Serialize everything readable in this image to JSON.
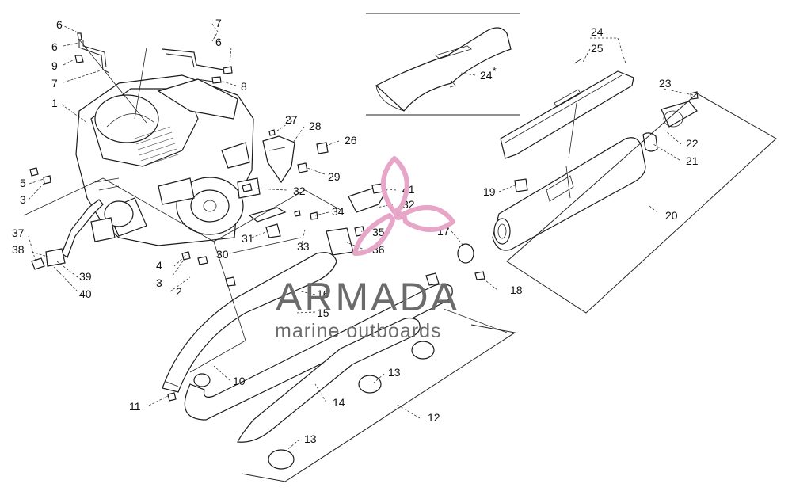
{
  "watermark": {
    "brand": "ARMADA",
    "subtitle": "marine outboards",
    "logo_color": "#e7a6c8",
    "text_color": "#6b6b6b"
  },
  "labels": {
    "l1": "1",
    "l2": "2",
    "l3a": "3",
    "l3b": "3",
    "l4": "4",
    "l5": "5",
    "l6a": "6",
    "l6b": "6",
    "l7a": "7",
    "l7b": "7",
    "l8": "8",
    "l9": "9",
    "l10": "10",
    "l11": "11",
    "l12": "12",
    "l13a": "13",
    "l13b": "13",
    "l14": "14",
    "l15": "15",
    "l16": "16",
    "l17": "17",
    "l18": "18",
    "l19": "19",
    "l20": "20",
    "l21": "21",
    "l22": "22",
    "l23": "23",
    "l24a": "24",
    "l24b": "24",
    "l24star": "*",
    "l25": "25",
    "l26": "26",
    "l27": "27",
    "l28": "28",
    "l29": "29",
    "l30": "30",
    "l31": "31",
    "l32a": "32",
    "l32b": "32",
    "l33": "33",
    "l34": "34",
    "l35": "35",
    "l36": "36",
    "l37": "37",
    "l38": "38",
    "l39": "39",
    "l40": "40",
    "l41": "41"
  }
}
